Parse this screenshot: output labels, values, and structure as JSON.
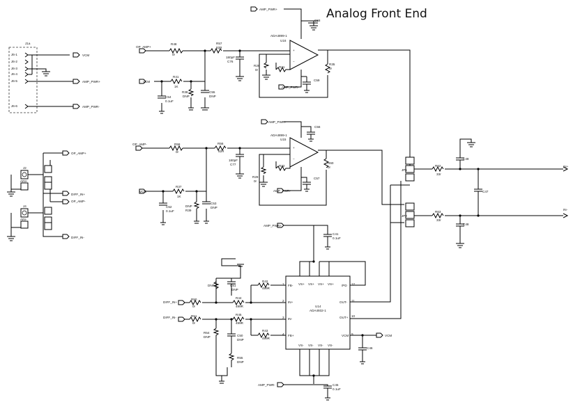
{
  "title": "Analog Front End",
  "colors": {
    "wire": "#000000",
    "background": "#ffffff"
  },
  "connector": {
    "ref": "J1a",
    "pins": [
      "J6-1",
      "J6-2",
      "J6-3",
      "J6-4",
      "J6-5",
      "J6-6"
    ]
  },
  "nets": {
    "vcm": "VCM",
    "amp_pwr_pos": "AMP_PWR+",
    "amp_pwr_neg": "AMP_PWR-",
    "op_amp_pos": "OP_AMP+",
    "op_amp_neg": "OP_AMP-",
    "diff_in_pos": "DIFF_IN+",
    "diff_in_neg": "DIFF_IN-",
    "out_pos": "IN+",
    "out_neg": "IN-"
  },
  "opamps": [
    {
      "ref": "U15",
      "part": "ADA4899-1"
    },
    {
      "ref": "U16",
      "part": "ADA4899-1"
    }
  ],
  "diffamp": {
    "ref": "U14",
    "part": "ADA4932-1",
    "pins_left": [
      "FB-",
      "IN+",
      "IN-",
      "FB+"
    ],
    "pins_right": [
      "/PD",
      "OUT-",
      "OUT+",
      "VCM"
    ],
    "pin_nums_left": [
      "1",
      "2",
      "3",
      "4"
    ],
    "pin_nums_right": [
      "12",
      "11",
      "10",
      "9"
    ],
    "pins_top": [
      "VS+",
      "VS+",
      "VS+",
      "VS+"
    ],
    "pins_bottom": [
      "VS-",
      "VS-",
      "VS-",
      "VS-"
    ]
  },
  "sma_inputs": [
    {
      "ref": "J2",
      "alt": "AIN+"
    },
    {
      "ref": "J4",
      "alt": "AIN-"
    }
  ],
  "components": {
    "r48": [
      "R48",
      "0r"
    ],
    "r57": [
      "R57",
      "82R"
    ],
    "c76": [
      "C76",
      "180pF"
    ],
    "c58": [
      "C58",
      ""
    ],
    "r28": [
      "R28",
      "0r"
    ],
    "r31": [
      "R31",
      ""
    ],
    "r35": [
      "R35",
      "0r"
    ],
    "c59": [
      "C59",
      ""
    ],
    "r41": [
      "R41",
      "1K"
    ],
    "c54": [
      "C54",
      "0.1uF"
    ],
    "r38": [
      "R38",
      "DNP"
    ],
    "c55": [
      "C55",
      "DNP"
    ],
    "r58": [
      "R58",
      "0r"
    ],
    "r56": [
      "R56",
      "82R"
    ],
    "c77": [
      "C77",
      "180pF"
    ],
    "c56": [
      "C56",
      ""
    ],
    "r29": [
      "R29",
      "0r"
    ],
    "r32": [
      "R32",
      ""
    ],
    "r60": [
      "R60",
      "0r"
    ],
    "c57": [
      "C57",
      ""
    ],
    "r37": [
      "R37",
      "1K"
    ],
    "c52": [
      "C52",
      "0.1uF"
    ],
    "r39": [
      "R39",
      "DNP"
    ],
    "c53": [
      "C53",
      "DNP"
    ],
    "r62": [
      "R62",
      "33r"
    ],
    "r63": [
      "R63",
      "33r"
    ],
    "c49": [
      "C49",
      ""
    ],
    "c47": [
      "C47",
      ""
    ],
    "c48": [
      "C48",
      ""
    ],
    "c41": [
      "C41",
      "0.1uF"
    ],
    "c45": [
      "C45",
      "0.1uF"
    ],
    "c46": [
      "C46",
      ""
    ],
    "c51": [
      "C51",
      "DNP"
    ],
    "c50": [
      "C50",
      "DNP"
    ],
    "r42": [
      "R42",
      "499R"
    ],
    "r43": [
      "R43",
      "499R"
    ],
    "r44": [
      "R44",
      "499R"
    ],
    "r45": [
      "R45",
      "499R"
    ],
    "r50": [
      "R50",
      "0r"
    ],
    "r51": [
      "R51",
      "0r"
    ],
    "r54": [
      "R54",
      "DNP"
    ],
    "r55": [
      "R55",
      "DNP"
    ],
    "r52": [
      "R52",
      "DNP"
    ],
    "jp1": [
      "JP1",
      ""
    ],
    "jp2": [
      "JP2",
      ""
    ]
  }
}
